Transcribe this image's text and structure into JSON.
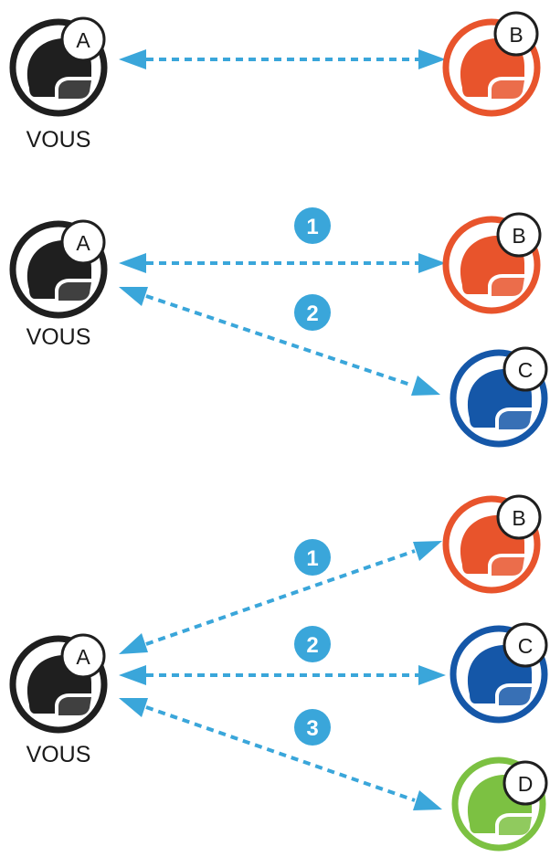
{
  "colors": {
    "arrow": "#3aa6da",
    "you": "#1f1f1f",
    "b": "#e8542c",
    "c": "#1557a8",
    "d": "#7cc142"
  },
  "icons": {
    "helmet": "helmet-icon"
  },
  "scenes": [
    {
      "you_label": "VOUS",
      "you_letter": "A",
      "links": [
        {
          "number": "",
          "target": "B"
        }
      ],
      "remotes": [
        {
          "letter": "B",
          "color": "b"
        }
      ]
    },
    {
      "you_label": "VOUS",
      "you_letter": "A",
      "links": [
        {
          "number": "1",
          "target": "B"
        },
        {
          "number": "2",
          "target": "C"
        }
      ],
      "remotes": [
        {
          "letter": "B",
          "color": "b"
        },
        {
          "letter": "C",
          "color": "c"
        }
      ]
    },
    {
      "you_label": "VOUS",
      "you_letter": "A",
      "links": [
        {
          "number": "1",
          "target": "B"
        },
        {
          "number": "2",
          "target": "C"
        },
        {
          "number": "3",
          "target": "D"
        }
      ],
      "remotes": [
        {
          "letter": "B",
          "color": "b"
        },
        {
          "letter": "C",
          "color": "c"
        },
        {
          "letter": "D",
          "color": "d"
        }
      ]
    }
  ]
}
